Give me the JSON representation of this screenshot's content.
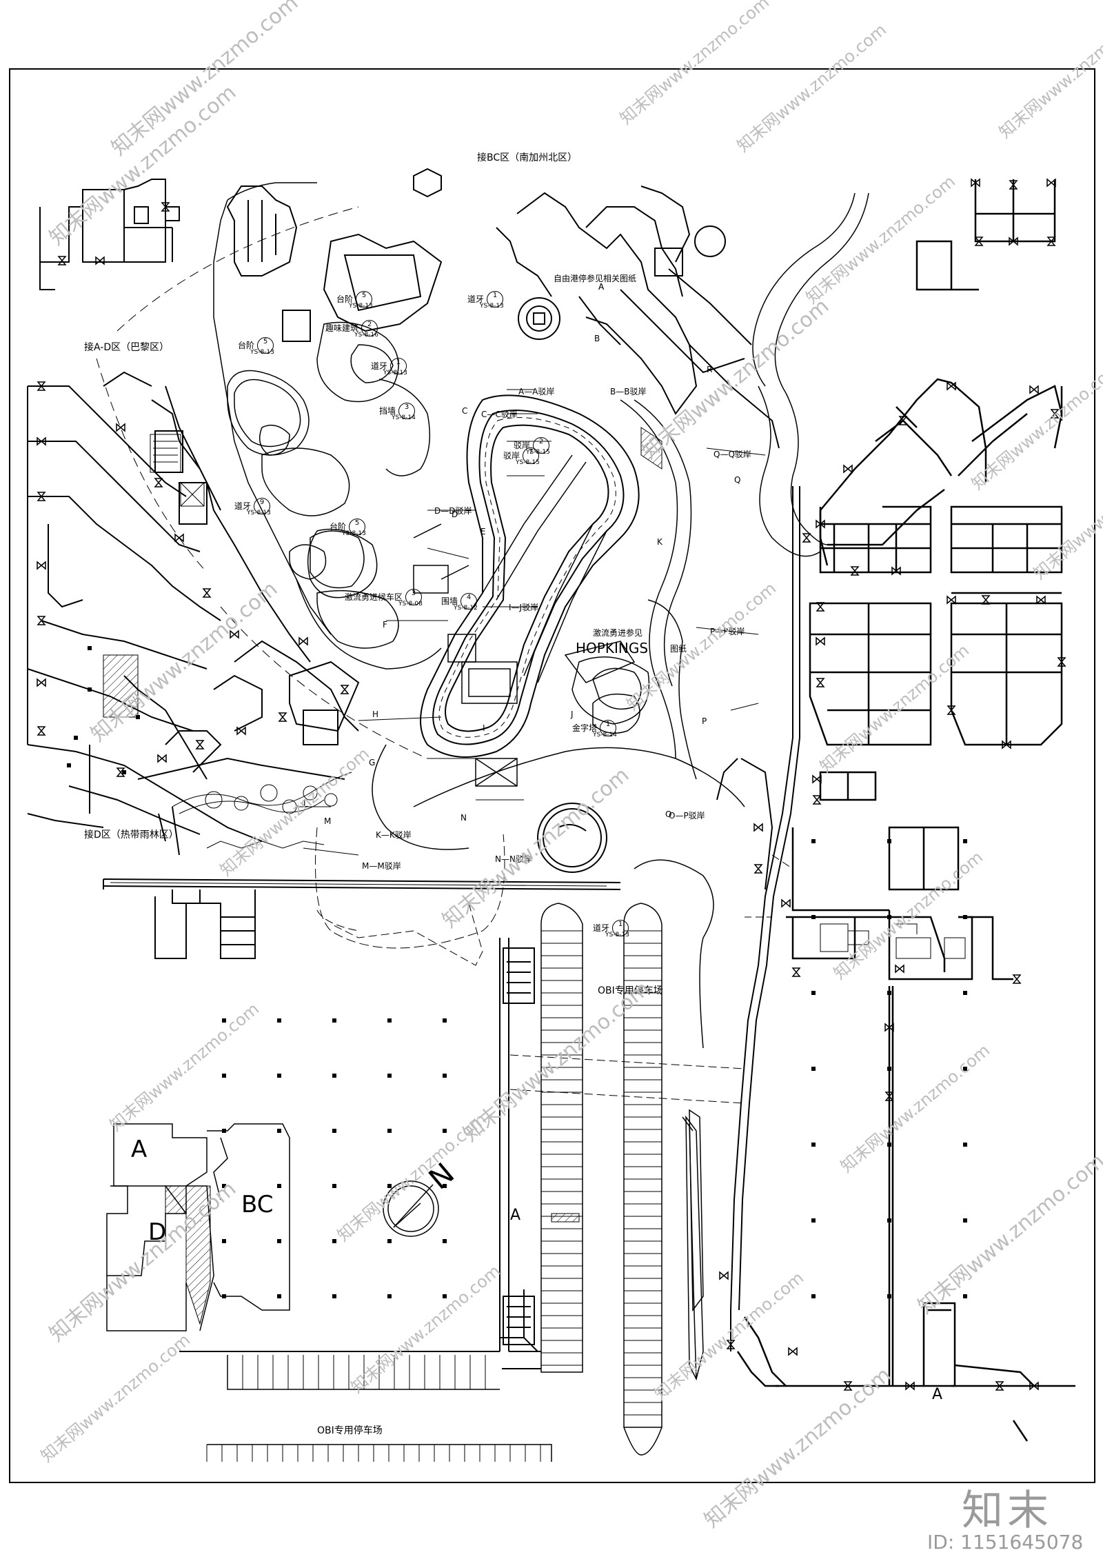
{
  "labels": {
    "north_link": "接BC区（南加州北区）",
    "west_link": "接A-D区（巴黎区）",
    "southwest_link": "接D区（热带雨林区）",
    "free_building_note": "自由港停参见相关图纸",
    "hopkings_note": "激流勇进参见",
    "hopkings_name": "HOPKINGS",
    "hopkings_suffix": "图纸",
    "parking_center": "OBI专用停车场",
    "parking_bottom": "OBI专用停车场",
    "north_arrow": "N",
    "key_plan_a": "A",
    "key_plan_bc": "BC",
    "key_plan_d": "D",
    "marker_a_mid": "A",
    "marker_a_right": "A",
    "marker_a_top": "A"
  },
  "callouts": [
    {
      "text": "台阶",
      "num": "5",
      "ref": "YS-8-13"
    },
    {
      "text": "道牙",
      "num": "1",
      "ref": "YS-8-13"
    },
    {
      "text": "趣味建筑",
      "num": "2",
      "ref": "YS-8-16"
    },
    {
      "text": "台阶",
      "num": "5",
      "ref": "YS-8-13"
    },
    {
      "text": "道牙",
      "num": "1",
      "ref": "YS-8-13"
    },
    {
      "text": "驳岸",
      "num": "2",
      "ref": "YS-8-15"
    },
    {
      "text": "驳岸",
      "num": "7",
      "ref": "YS-8-15"
    },
    {
      "text": "挡墙",
      "num": "3",
      "ref": "YS-8-14"
    },
    {
      "text": "道牙",
      "num": "9",
      "ref": "YS-8-13"
    },
    {
      "text": "台阶",
      "num": "5",
      "ref": "YS-8-13"
    },
    {
      "text": "激流勇进候车区",
      "num": "3",
      "ref": "YS-8-08"
    },
    {
      "text": "围墙",
      "num": "4",
      "ref": "YS-8-12"
    },
    {
      "text": "金字塔",
      "num": "1",
      "ref": "YS-8-14"
    },
    {
      "text": "道牙",
      "num": "1",
      "ref": "YS-8-13"
    }
  ],
  "section_marks": [
    "A",
    "B",
    "C",
    "D",
    "E",
    "F",
    "G",
    "H",
    "I",
    "J",
    "K",
    "L",
    "M",
    "N",
    "O",
    "P",
    "Q",
    "R"
  ],
  "section_labels": {
    "a": "A—A驳岸",
    "b": "B—B驳岸",
    "c": "C—C驳岸",
    "d": "D—D驳岸",
    "i": "I—J驳岸",
    "k": "K—K驳岸",
    "m": "M—M驳岸",
    "n": "N—N驳岸",
    "o": "O—P驳岸",
    "p": "P—P驳岸",
    "q": "Q—Q驳岸"
  },
  "watermark": {
    "site": "知末网www.znzmo.com",
    "brand": "知末",
    "id": "ID: 1151645078"
  },
  "colors": {
    "line": "#000000",
    "watermark": "#bdbdbd",
    "hatch": "#000000"
  }
}
